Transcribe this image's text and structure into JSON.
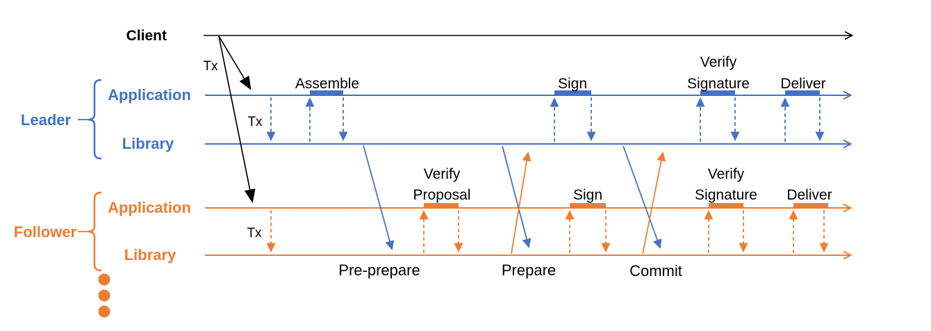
{
  "colors": {
    "leader": "#4472C4",
    "follower": "#ED7D31",
    "neutral": "#000000"
  },
  "actors": {
    "client": "Client",
    "leader": {
      "group": "Leader",
      "application": "Application",
      "library": "Library"
    },
    "follower": {
      "group": "Follower",
      "application": "Application",
      "library": "Library"
    }
  },
  "tx": {
    "client": "Tx",
    "leader": "Tx",
    "follower": "Tx"
  },
  "leader_actions": {
    "assemble": "Assemble",
    "sign": "Sign",
    "verify_signature": {
      "line1": "Verify",
      "line2": "Signature"
    },
    "deliver": "Deliver"
  },
  "follower_actions": {
    "verify_proposal": {
      "line1": "Verify",
      "line2": "Proposal"
    },
    "sign": "Sign",
    "verify_signature": {
      "line1": "Verify",
      "line2": "Signature"
    },
    "deliver": "Deliver"
  },
  "phases": {
    "preprepare": "Pre-prepare",
    "prepare": "Prepare",
    "commit": "Commit"
  }
}
